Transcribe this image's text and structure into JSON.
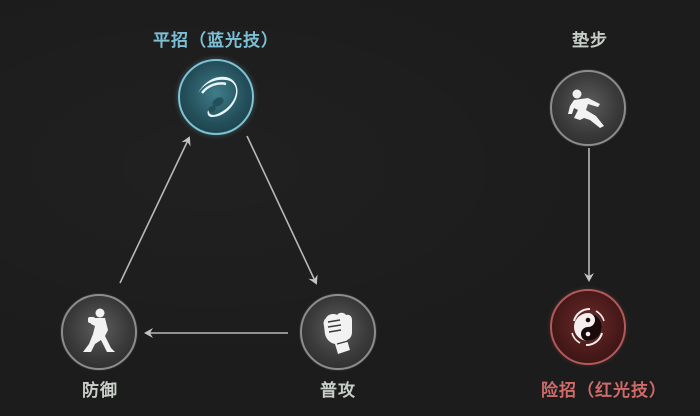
{
  "diagram": {
    "title": "",
    "nodes": [
      {
        "id": "ping_zhao",
        "label": "平招（蓝光技）",
        "icon": "slash-strike-icon",
        "theme": "blue",
        "color": "#7cc0d6"
      },
      {
        "id": "pu_gong",
        "label": "普攻",
        "icon": "fist-icon",
        "theme": "gray",
        "color": "#c8cfc8"
      },
      {
        "id": "fang_yu",
        "label": "防御",
        "icon": "guard-stance-icon",
        "theme": "gray",
        "color": "#c8cfc8"
      },
      {
        "id": "dian_bu",
        "label": "垫步",
        "icon": "dash-step-icon",
        "theme": "gray",
        "color": "#c8cfc8"
      },
      {
        "id": "xian_zhao",
        "label": "险招（红光技）",
        "icon": "yin-yang-icon",
        "theme": "red",
        "color": "#d06a6a"
      }
    ],
    "edges": [
      {
        "from": "ping_zhao",
        "to": "pu_gong"
      },
      {
        "from": "pu_gong",
        "to": "fang_yu"
      },
      {
        "from": "fang_yu",
        "to": "ping_zhao"
      },
      {
        "from": "dian_bu",
        "to": "xian_zhao"
      }
    ],
    "colors": {
      "background": "#1c1c1c",
      "arrow": "#bdbdbd",
      "blue_accent": "#7fc3d3",
      "red_accent": "#b25a5a",
      "gray_ring": "#8d8d8d"
    }
  }
}
